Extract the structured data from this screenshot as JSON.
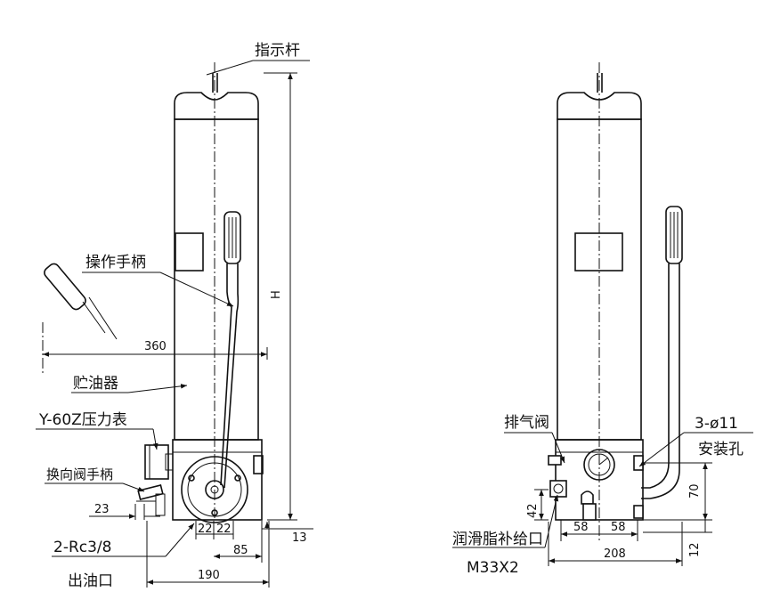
{
  "labels": {
    "indicator_rod": "指示杆",
    "operating_handle": "操作手柄",
    "reservoir": "贮油器",
    "pressure_gauge": "Y-60Z压力表",
    "reversing_valve_handle": "换向阀手柄",
    "outlet_thread": "2-Rc3/8",
    "outlet_port": "出油口",
    "vent_valve": "排气阀",
    "mount_holes_count": "3-ø11",
    "mount_holes": "安装孔",
    "grease_fill_port": "润滑脂补给口",
    "fill_thread": "M33X2"
  },
  "dimensions": {
    "height": "H",
    "handle_swing": "360",
    "side_offset": "23",
    "outlet_spacing_a": "22",
    "outlet_spacing_b": "22",
    "outlet_to_edge": "85",
    "base_thickness": "13",
    "base_width_front": "190",
    "fill_port_height": "42",
    "gauge_to_center": "58",
    "center_to_hole": "58",
    "base_width_side": "208",
    "hole_height": "70",
    "hole_to_bottom": "12"
  }
}
